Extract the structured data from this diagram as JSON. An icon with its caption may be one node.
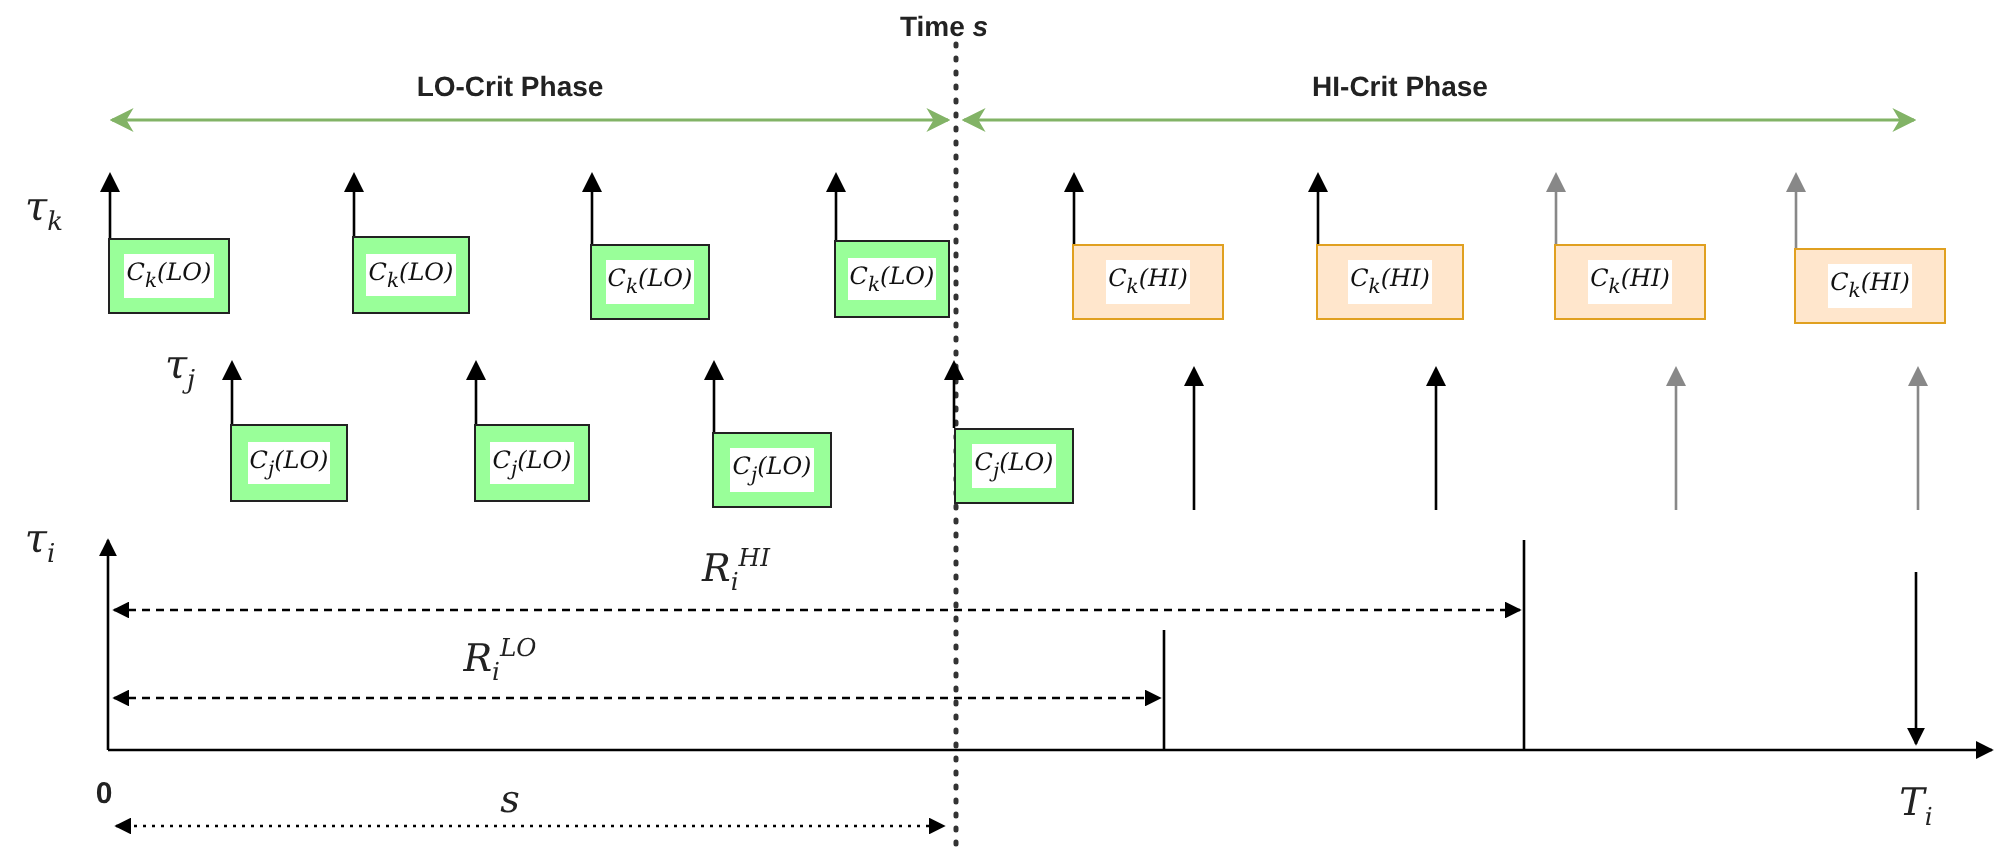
{
  "diagram": {
    "nodes": [
      {
        "text": [
          "C$_{k}$(LO)"
        ]
      },
      {
        "text": [
          "C$_{k}$(LO)"
        ]
      },
      {
        "text": [
          "C$_{k}$(LO)"
        ]
      },
      {
        "text": [
          "C$_{k}$(LO)"
        ]
      },
      {
        "text": [
          "C$_{k}$(HI)"
        ]
      },
      {
        "text": [
          "C$_{k}$(HI)"
        ]
      },
      {
        "text": [
          "C$_{k}$(HI)"
        ]
      },
      {
        "text": [
          "C$_{k}$(HI)"
        ]
      },
      {
        "text": [
          "C$_{j}$(LO)"
        ]
      },
      {
        "text": [
          "C$_{j}$(LO)"
        ]
      },
      {
        "text": [
          "C$_{j}$(LO)"
        ]
      },
      {
        "text": [
          "C$_{j}$(LO)"
        ]
      }
    ],
    "labels": [
      "Time *s*",
      "LO-Crit Phase",
      "HI-Crit Phase",
      "τ$_{k}$",
      "τ$_{j}$",
      "τ$_{i}$",
      "R$_{i}$$^{HI}$",
      "R$_{i}$$^{LO}$",
      "0",
      "s",
      "T$_{i}$"
    ]
  }
}
